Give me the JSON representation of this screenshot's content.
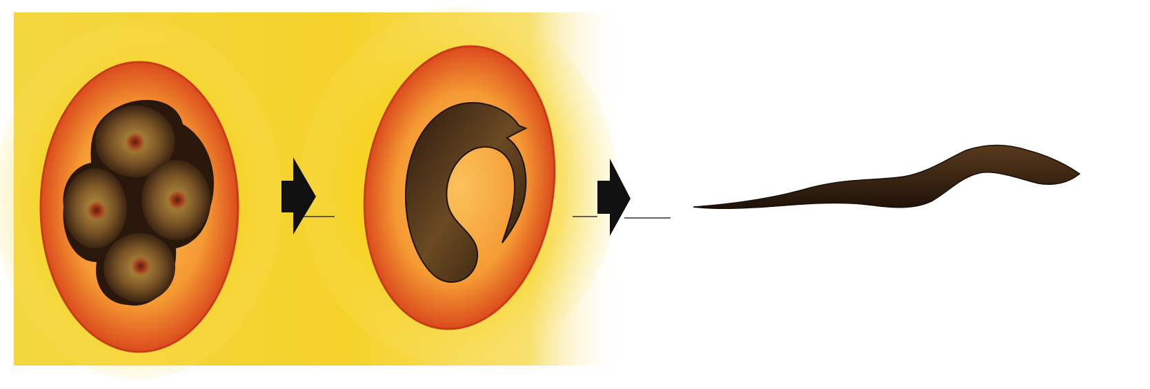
{
  "diagram": {
    "stages": [
      {
        "id": "egg-four-cell",
        "icon": "egg-with-four-cells-icon"
      },
      {
        "id": "egg-larva",
        "icon": "egg-with-coiled-larva-icon"
      },
      {
        "id": "free-larva",
        "icon": "hatched-worm-larva-icon"
      }
    ],
    "arrows": [
      {
        "from": "egg-four-cell",
        "to": "egg-larva",
        "icon": "right-arrow-icon"
      },
      {
        "from": "egg-larva",
        "to": "free-larva",
        "icon": "right-arrow-icon"
      }
    ],
    "colors": {
      "glow": "#f6d21a",
      "shell_outer": "#e2501e",
      "shell_inner": "#f7a43a",
      "embryo_dark": "#2a170c",
      "embryo_mid": "#7a5426",
      "embryo_light": "#b89440",
      "arrow": "#111111",
      "worm": "#3a2414"
    }
  }
}
